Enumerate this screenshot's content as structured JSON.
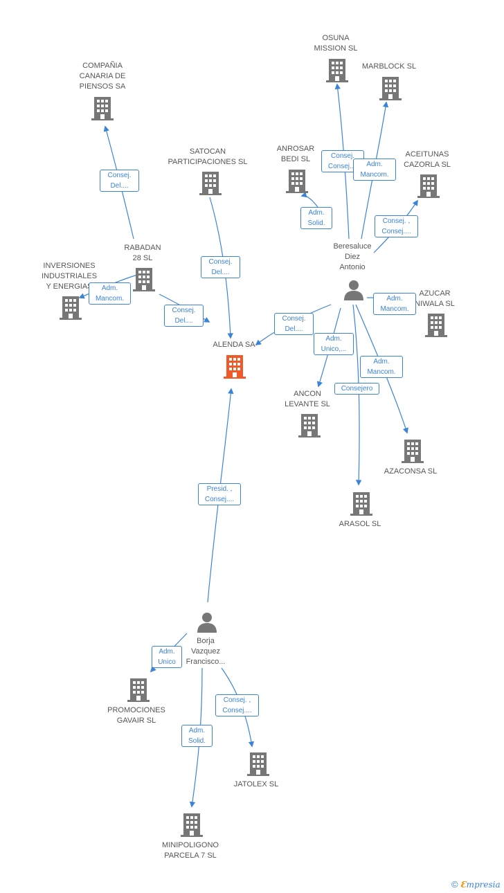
{
  "companies": {
    "alenda": "ALENDA SA",
    "compania_canaria": "COMPAÑIA\nCANARIA DE\nPIENSOS SA",
    "satocan": "SATOCAN\nPARTICIPACIONES SL",
    "rabadan": "RABADAN\n28 SL",
    "inversiones": "INVERSIONES\nINDUSTRIALES\nY ENERGIAS",
    "osuna": "OSUNA\nMISSION SL",
    "marblock": "MARBLOCK SL",
    "anrosar": "ANROSAR\nBEDI SL",
    "aceitunas": "ACEITUNAS\nCAZORLA SL",
    "azucar": "AZUCAR\nNIWALA  SL",
    "ancon": "ANCON\nLEVANTE SL",
    "azaconsa": "AZACONSA SL",
    "arasol": "ARASOL SL",
    "promociones": "PROMOCIONES\nGAVAIR SL",
    "jatolex": "JATOLEX SL",
    "minipoligono": "MINIPOLIGONO\nPARCELA 7 SL"
  },
  "persons": {
    "beresaluce": "Beresaluce\nDiez\nAntonio",
    "borja": "Borja\nVazquez\nFrancisco..."
  },
  "edge_labels": {
    "compania": "Consej.\nDel....",
    "satocan": "Consej.\nDel....",
    "inversiones": "Adm.\nMancom.",
    "rabadan": "Consej.\nDel....",
    "osuna": "Consej.\nConsej....",
    "marblock": "Adm.\nMancom.",
    "anrosar": "Adm.\nSolid.",
    "aceitunas": "Consej. ,\nConsej....",
    "azucar": "Adm.\nMancom.",
    "alenda_beresaluce": "Consej.\nDel....",
    "ancon": "Adm.\nUnico,...",
    "azaconsa": "Adm.\nMancom.",
    "arasol": "Consejero",
    "alenda_borja": "Presid. ,\nConsej....",
    "promociones": "Adm.\nUnico",
    "jatolex": "Consej. ,\nConsej....",
    "minipoligono": "Adm.\nSolid."
  },
  "footer": {
    "copyright": "©",
    "brand_e": "Ɛ",
    "brand_rest": "mpresia"
  },
  "colors": {
    "edge": "#3b83d9",
    "node": "#777777",
    "focus": "#f05a28",
    "label": "#555555"
  }
}
